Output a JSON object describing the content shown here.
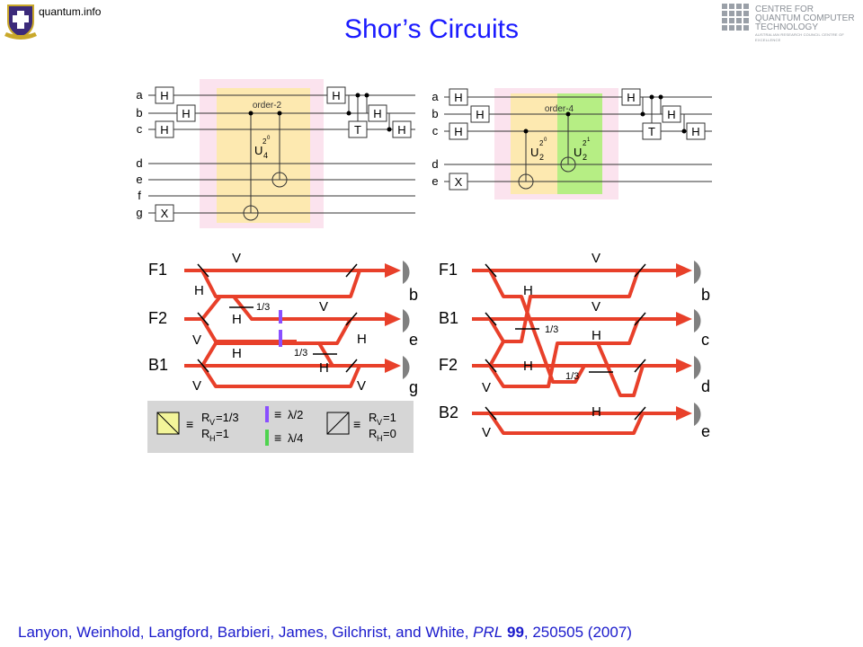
{
  "header": {
    "site": "quantum.info",
    "title": "Shor’s Circuits",
    "centre_lines": [
      "CENTRE FOR",
      "QUANTUM COMPUTER",
      "TECHNOLOGY"
    ],
    "centre_subtitle": "AUSTRALIAN RESEARCH COUNCIL CENTRE OF EXCELLENCE"
  },
  "circuit_left": {
    "label": "order-2",
    "qubits": [
      "a",
      "b",
      "c",
      "d",
      "e",
      "f",
      "g"
    ],
    "gates": {
      "H": "H",
      "X": "X",
      "T": "T"
    },
    "unitary": "U",
    "unitary_sub": "4",
    "unitary_sup": "2",
    "unitary_sup_exp": "0"
  },
  "circuit_right": {
    "label": "order-4",
    "qubits": [
      "a",
      "b",
      "c",
      "d",
      "e"
    ],
    "gates": {
      "H": "H",
      "X": "X",
      "T": "T"
    },
    "unitary1": {
      "base": "U",
      "sub": "2",
      "sup": "2",
      "exp": "0"
    },
    "unitary2": {
      "base": "U",
      "sub": "2",
      "sup": "2",
      "exp": "1"
    }
  },
  "optics_left": {
    "inputs": [
      "F1",
      "F2",
      "B1"
    ],
    "outputs": [
      "b",
      "e",
      "g"
    ],
    "labels": {
      "V": "V",
      "H": "H",
      "ratio": "1/3"
    }
  },
  "optics_right": {
    "inputs": [
      "F1",
      "B1",
      "F2",
      "B2"
    ],
    "outputs": [
      "b",
      "c",
      "d",
      "e"
    ],
    "labels": {
      "V": "V",
      "H": "H",
      "ratio": "1/3"
    }
  },
  "legend": {
    "ppbs": {
      "rv": "R",
      "rv_sub": "V",
      "rv_val": "=1/3",
      "rh": "R",
      "rh_sub": "H",
      "rh_val": "=1"
    },
    "half_wave": "λ/2",
    "quarter_wave": "λ/4",
    "pbs": {
      "rv": "R",
      "rv_sub": "V",
      "rv_val": "=1",
      "rh": "R",
      "rh_sub": "H",
      "rh_val": "=0"
    },
    "equiv": "≡"
  },
  "colors": {
    "title": "#1a1aff",
    "beam": "#e8402a",
    "pink_box": "#fbe3ee",
    "yellow_box": "#fde9b0",
    "green_box": "#b6ee84",
    "half_wave": "#8a4fff",
    "quarter_wave": "#4fd34f",
    "legend_bg": "#d6d6d6",
    "detector": "#808080"
  },
  "citation": {
    "authors": "Lanyon, Weinhold, Langford, Barbieri, James, Gilchrist, and White, ",
    "journal": "PRL",
    "volume": "99",
    "rest": ", 250505 (2007)"
  }
}
